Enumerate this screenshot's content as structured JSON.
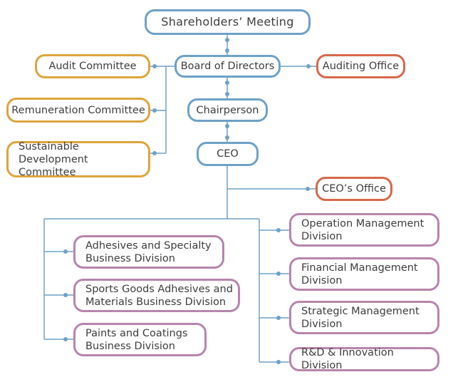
{
  "colors": {
    "connector": "#6ea1c6",
    "governance": "#6ea1c6",
    "committee": "#dca53c",
    "office": "#d7684a",
    "division": "#b784ac"
  },
  "nodes": {
    "shareholders": "Shareholders’ Meeting",
    "board": "Board of Directors",
    "audit_committee": "Audit Committee",
    "auditing_office": "Auditing Office",
    "remuneration_committee": "Remuneration Committee",
    "chairperson": "Chairperson",
    "sustainable_committee": "Sustainable Development\nCommittee",
    "ceo": "CEO",
    "ceo_office": "CEO’s Office",
    "adhesives_division": "Adhesives and Specialty\nBusiness Division",
    "sports_division": "Sports Goods Adhesives and\nMaterials Business Division",
    "paints_division": "Paints and Coatings\nBusiness Division",
    "operation_division": "Operation Management\nDivision",
    "financial_division": "Financial Management\nDivision",
    "strategic_division": "Strategic Management\nDivision",
    "rd_division": "R&D & Innovation Division"
  }
}
